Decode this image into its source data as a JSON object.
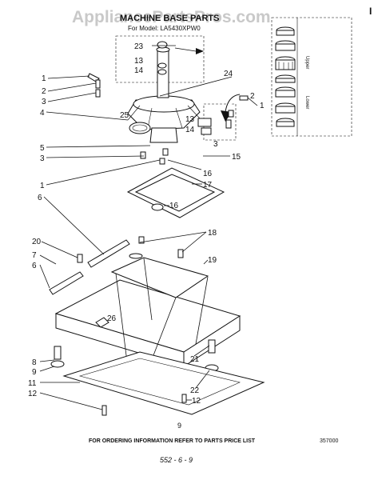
{
  "header": {
    "watermark": "AppliancePartsPros.com",
    "title": "MACHINE BASE PARTS",
    "model": "For Model: LA5430XPW0",
    "corner_mark": "I"
  },
  "side_panel": {
    "upper_label": "Upper",
    "lower_label": "Lower"
  },
  "callouts": {
    "c1": "1",
    "c2": "2",
    "c3": "3",
    "c4": "4",
    "c5": "5",
    "c6": "6",
    "c7": "7",
    "c8": "8",
    "c9": "9",
    "c11": "11",
    "c12": "12",
    "c13": "13",
    "c14": "14",
    "c15": "15",
    "c16": "16",
    "c17": "17",
    "c18": "18",
    "c19": "19",
    "c20": "20",
    "c21": "21",
    "c22": "22",
    "c23": "23",
    "c24": "24",
    "c25": "25",
    "c26": "26"
  },
  "footer": {
    "page_number": "9",
    "note": "FOR ORDERING INFORMATION REFER TO PARTS PRICE LIST",
    "doc_number": "357000",
    "handwritten": "552 - 6 - 9"
  }
}
